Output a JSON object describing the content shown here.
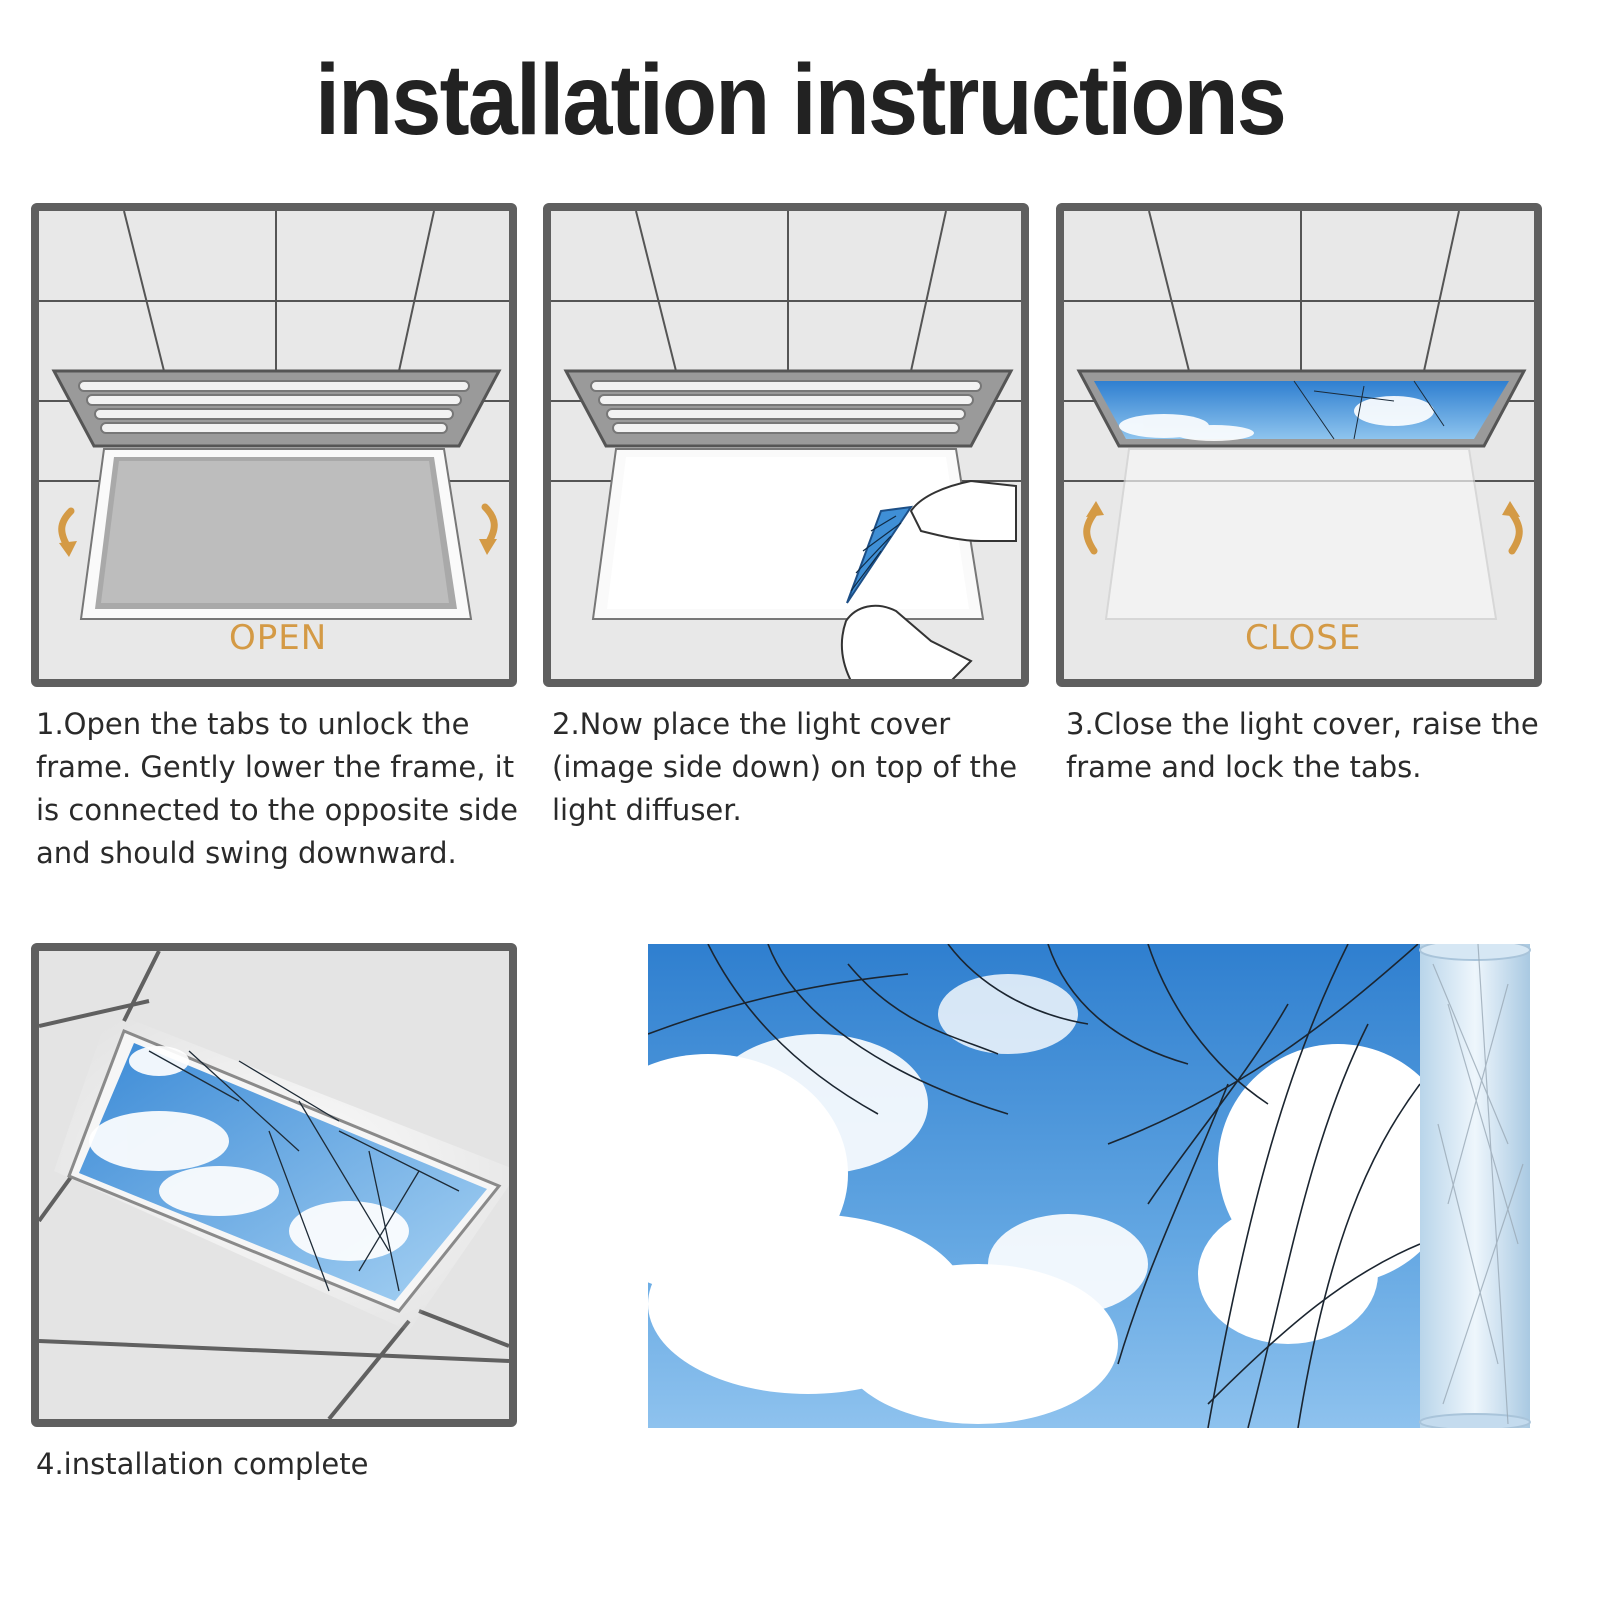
{
  "title": "installation instructions",
  "steps": [
    {
      "label": "OPEN",
      "caption": "1.Open the tabs to unlock the frame. Gently lower the frame, it is connected to the opposite side and should swing downward."
    },
    {
      "label": "",
      "caption": "2.Now place the light cover (image side down) on top of the light diffuser."
    },
    {
      "label": "CLOSE",
      "caption": "3.Close the light cover, raise the frame and lock the tabs."
    },
    {
      "label": "",
      "caption": "4.installation complete"
    }
  ],
  "colors": {
    "frame": "#5f5f5f",
    "ceiling": "#e6e6e6",
    "accent": "#d49a45",
    "sky": "#3f8fd6"
  }
}
